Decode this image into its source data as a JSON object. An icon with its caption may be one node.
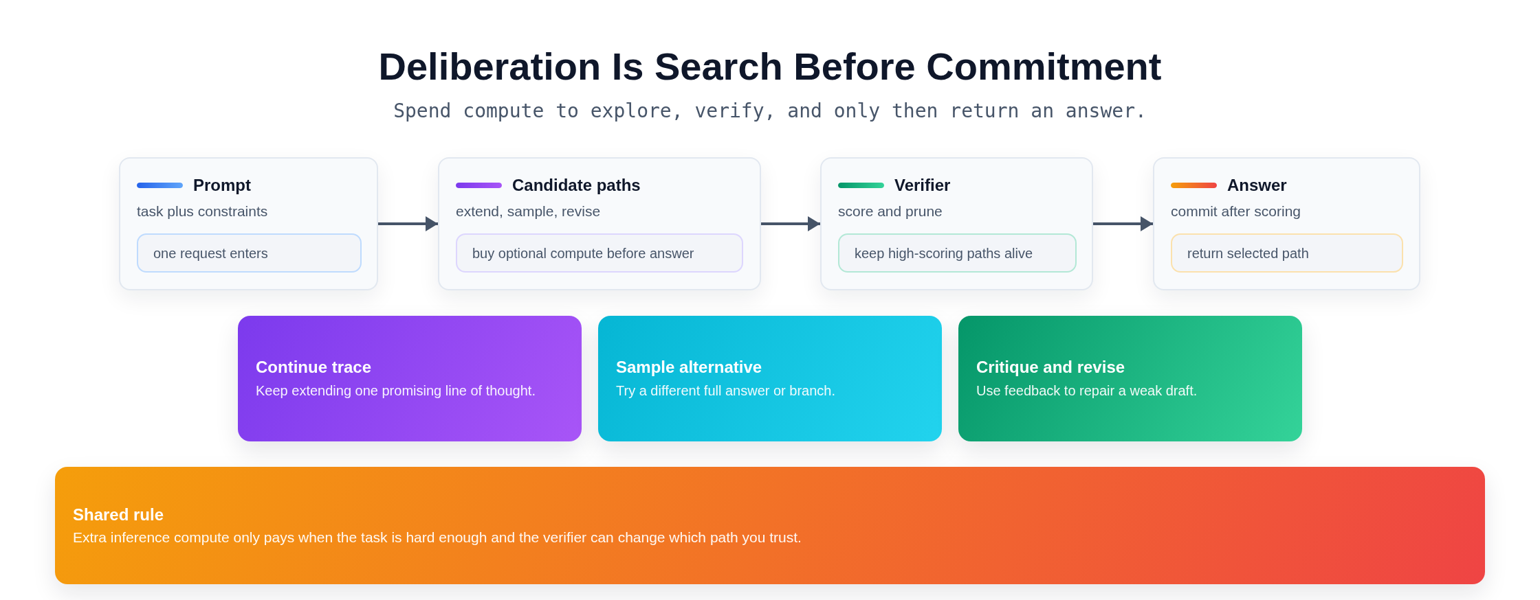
{
  "diagram": {
    "title": "Deliberation Is Search Before Commitment",
    "nodes": [
      {
        "text": [
          "Prompt",
          "task plus constraints"
        ]
      },
      {
        "text": [
          "one request enters"
        ],
        "in": 0
      },
      {
        "text": [
          "Candidate paths",
          "extend, sample, revise"
        ]
      },
      {
        "text": [
          "buy optional compute before answer"
        ],
        "in": 2
      },
      {
        "text": [
          "Verifier",
          "score and prune"
        ]
      },
      {
        "text": [
          "keep high-scoring paths alive"
        ],
        "in": 4
      },
      {
        "text": [
          "Answer",
          "commit after scoring"
        ]
      },
      {
        "text": [
          "return selected path"
        ],
        "in": 6
      },
      {
        "text": [
          "Continue trace",
          "Keep extending one promising line of thought."
        ]
      },
      {
        "text": [
          "Sample alternative",
          "Try a different full answer or branch."
        ]
      },
      {
        "text": [
          "Critique and revise",
          "Use feedback to repair a weak draft."
        ]
      },
      {
        "text": [
          "Shared rule",
          "Extra inference compute only pays when the task is hard enough and the verifier can change which path you trust."
        ]
      }
    ],
    "edges": [
      {
        "from": 0,
        "to": 2,
        "arrow": "to"
      },
      {
        "from": 2,
        "to": 4,
        "arrow": "to"
      },
      {
        "from": 4,
        "to": 6,
        "arrow": "to"
      }
    ],
    "labels": [
      "Spend compute to explore, verify, and only then return an answer."
    ]
  }
}
